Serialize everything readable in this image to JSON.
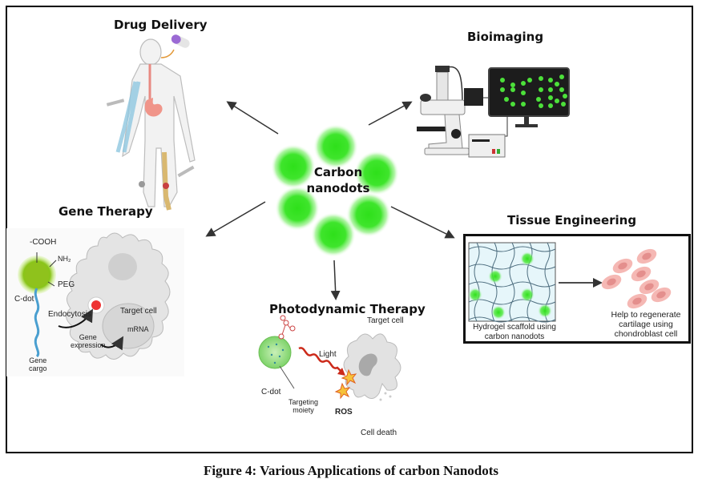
{
  "figure": {
    "caption": "Figure 4: Various Applications of carbon Nanodots",
    "center": {
      "line1": "Carbon",
      "line2": "nanodots",
      "dot_count": 6
    },
    "colors": {
      "nanodot_green": "#33dd22",
      "arrow": "#333333",
      "frame": "#000000",
      "cell_pink": "#f0a8a8",
      "light_red": "#cc2a1a"
    }
  },
  "sections": {
    "drug_delivery": {
      "title": "Drug Delivery"
    },
    "bioimaging": {
      "title": "Bioimaging"
    },
    "gene_therapy": {
      "title": "Gene Therapy",
      "labels": {
        "cooh": "-COOH",
        "nh2": "NH₂",
        "peg": "PEG",
        "cdot": "C-dot",
        "endocytosis": "Endocytosis",
        "target_cell": "Target cell",
        "mrna": "mRNA",
        "gene_expression_1": "Gene",
        "gene_expression_2": "expression",
        "gene_cargo_1": "Gene",
        "gene_cargo_2": "cargo"
      }
    },
    "photodynamic_therapy": {
      "title": "Photodynamic Therapy",
      "labels": {
        "target_cell": "Target cell",
        "light": "Light",
        "cdot": "C-dot",
        "targeting_1": "Targeting",
        "targeting_2": "moiety",
        "ros": "ROS",
        "cell_death": "Cell death"
      }
    },
    "tissue_engineering": {
      "title": "Tissue Engineering",
      "labels": {
        "scaffold_1": "Hydrogel scaffold using",
        "scaffold_2": "carbon nanodots",
        "regen_1": "Help to regenerate",
        "regen_2": "cartilage using",
        "regen_3": "chondroblast cell"
      }
    }
  }
}
